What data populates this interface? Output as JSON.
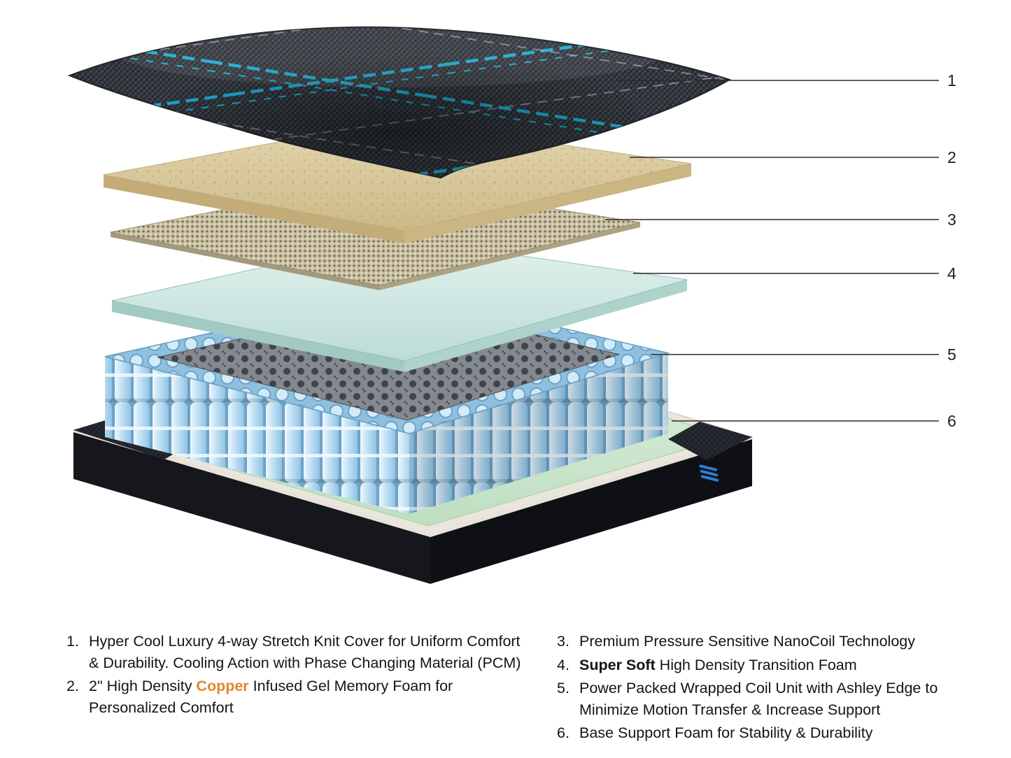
{
  "callouts": [
    "1",
    "2",
    "3",
    "4",
    "5",
    "6"
  ],
  "legend": {
    "left": [
      {
        "num": "1.",
        "parts": [
          {
            "text": "Hyper Cool Luxury 4-way Stretch Knit Cover for Uniform Comfort & Durability. Cooling Action with Phase Changing Material (PCM)",
            "style": "normal"
          }
        ]
      },
      {
        "num": "2.",
        "parts": [
          {
            "text": "2\" High Density ",
            "style": "normal"
          },
          {
            "text": "Copper",
            "style": "copper"
          },
          {
            "text": " Infused Gel Memory Foam for Personalized Comfort",
            "style": "normal"
          }
        ]
      }
    ],
    "right": [
      {
        "num": "3.",
        "parts": [
          {
            "text": "Premium Pressure Sensitive NanoCoil Technology",
            "style": "normal"
          }
        ]
      },
      {
        "num": "4.",
        "parts": [
          {
            "text": "Super Soft",
            "style": "bold"
          },
          {
            "text": " High Density Transition Foam",
            "style": "normal"
          }
        ]
      },
      {
        "num": "5.",
        "parts": [
          {
            "text": "Power Packed Wrapped Coil Unit with Ashley Edge to Minimize Motion Transfer & Increase Support",
            "style": "normal"
          }
        ]
      },
      {
        "num": "6.",
        "parts": [
          {
            "text": "Base Support Foam for Stability & Durability",
            "style": "normal"
          }
        ]
      }
    ]
  },
  "colors": {
    "copper_text": "#e0872e",
    "plaid_blue": "#1badd2",
    "callout_line": "#2b2b2b"
  }
}
